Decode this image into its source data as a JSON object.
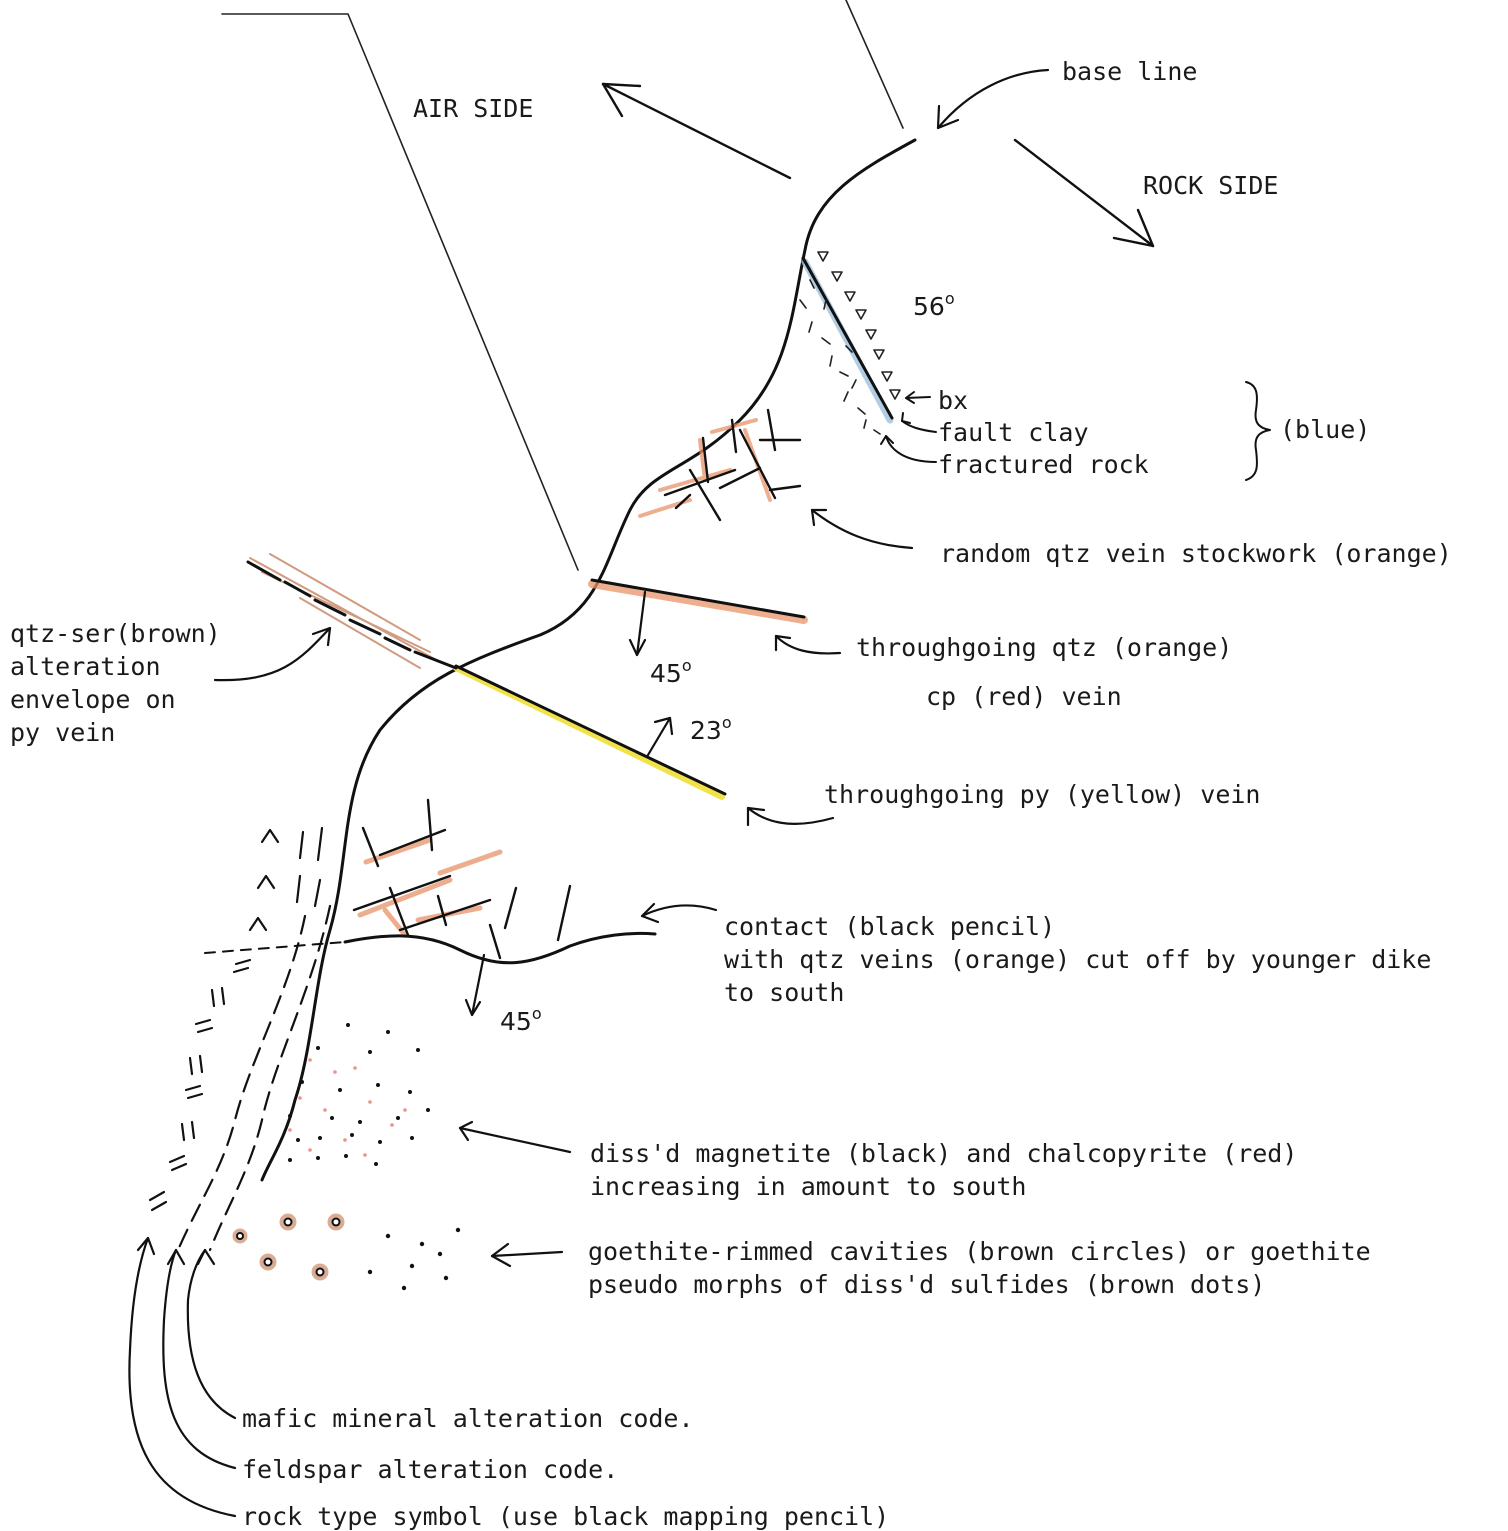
{
  "sides": {
    "air": "AIR SIDE",
    "rock": "ROCK SIDE"
  },
  "annotations": {
    "base_line": "base line",
    "bx": "bx",
    "fault_clay": "fault clay",
    "fractured_rock": "fractured rock",
    "blue": "(blue)",
    "stockwork": "random qtz vein stockwork (orange)",
    "throughgoing_qtz": "throughgoing qtz (orange)",
    "cp_vein": "cp (red) vein",
    "throughgoing_py": "throughgoing py (yellow) vein",
    "qtz_ser": [
      "qtz-ser(brown)",
      "alteration",
      "envelope on",
      "py vein"
    ],
    "contact": [
      "contact (black pencil)",
      "with qtz veins (orange) cut off by younger dike",
      "to south"
    ],
    "magnetite": [
      "diss'd magnetite (black) and chalcopyrite (red)",
      "increasing in amount to south"
    ],
    "goethite": [
      "goethite-rimmed cavities (brown circles) or goethite",
      "pseudo morphs of diss'd sulfides (brown dots)"
    ],
    "mafic": "mafic mineral alteration code.",
    "feldspar": "feldspar alteration code.",
    "rock_type": "rock type symbol (use black mapping pencil)"
  },
  "dips": {
    "fault": "56",
    "qtz_vein": "45",
    "py_vein": "23",
    "contact": "45",
    "degree_symbol": "o"
  },
  "colors": {
    "ink": "#111111",
    "orange": "#e8946a",
    "yellow": "#f2e24a",
    "blue": "#9fc1dc",
    "brown": "#c98a6a",
    "red": "#e07a6a"
  }
}
